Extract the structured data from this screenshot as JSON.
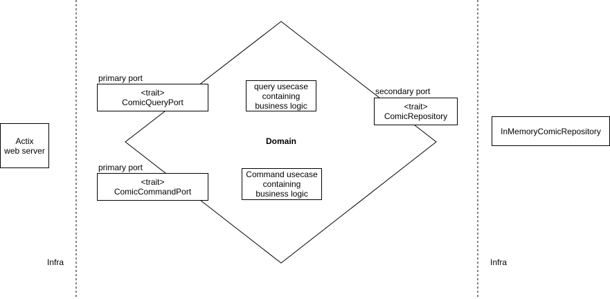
{
  "diagram": {
    "nodes": {
      "actix": {
        "lines": [
          "Actix",
          "web server"
        ]
      },
      "query_port": {
        "lines": [
          "<trait>",
          "ComicQueryPort"
        ]
      },
      "command_port": {
        "lines": [
          "<trait>",
          "ComicCommandPort"
        ]
      },
      "query_usecase": {
        "lines": [
          "query usecase",
          "containing",
          "business logic"
        ]
      },
      "command_usecase": {
        "lines": [
          "Command usecase",
          "containing",
          "business logic"
        ]
      },
      "repository": {
        "lines": [
          "<trait>",
          "ComicRepository"
        ]
      },
      "in_memory_repo": {
        "lines": [
          "InMemoryComicRepository"
        ]
      }
    },
    "labels": {
      "domain": "Domain",
      "primary_port_1": "primary port",
      "primary_port_2": "primary port",
      "secondary_port": "secondary port",
      "infra_left": "Infra",
      "infra_right": "Infra"
    },
    "colors": {
      "stroke": "#000000",
      "fill": "#ffffff"
    }
  }
}
